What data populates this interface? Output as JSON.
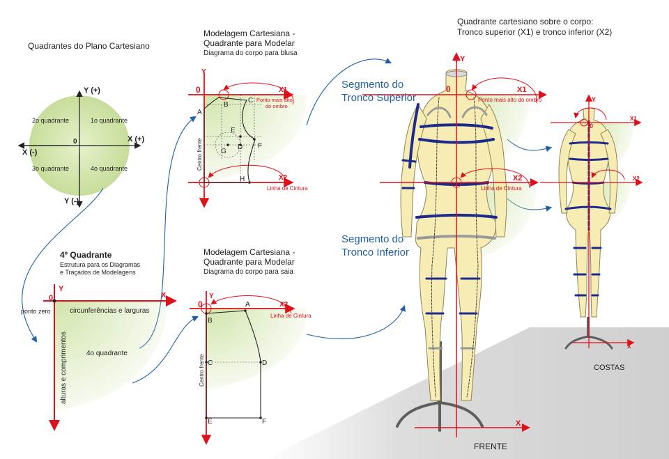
{
  "colors": {
    "axis_red": "#e0101a",
    "pattern_blue": "#1f5fa8",
    "band_navy": "#1c2a8c",
    "band_gray": "#9a9a9a",
    "form_fill": "#f6ecb4",
    "glow_green": "#cfe3a6",
    "floor_gray": "#d6d6d6",
    "stand_gray": "#5e5e5e"
  },
  "quadrants_panel": {
    "title": "Quadrantes do  Plano Cartesiano",
    "y_pos": "Y (+)",
    "y_neg": "Y (-)",
    "x_pos": "X (+)",
    "x_neg": "X (-)",
    "origin": "0",
    "q1": "1o quadrante",
    "q2": "2o quadrante",
    "q3": "3o quadrante",
    "q4": "4o quadrante"
  },
  "fourth_panel": {
    "title": "4º Quadrante",
    "subtitle_1": "Estrutura para os Diagramas",
    "subtitle_2": "e Traçados de Modelagens",
    "origin_label": "ponto zero",
    "origin": "0",
    "y": "Y",
    "x": "X",
    "top_label": "circunferências e larguras",
    "side_label": "alturas e comprimentos",
    "center_label": "4o quadrante"
  },
  "blouse_panel": {
    "title_1": "Modelagem Cartesiana -",
    "title_2": "Quadrante para Modelar",
    "title_3": "Diagrama do corpo para blusa",
    "y": "Y",
    "origin": "0",
    "x1": "X1",
    "x2": "X2",
    "shoulder_1": "Ponto mais alto",
    "shoulder_2": "do ombro",
    "waist": "Linha de Cintura",
    "center_front": "Centro frente",
    "points": [
      "A",
      "B",
      "C",
      "E",
      "G",
      "D",
      "F",
      "H"
    ]
  },
  "skirt_panel": {
    "title_1": "Modelagem Cartesiana -",
    "title_2": "Quadrante para Modelar",
    "title_3": "Diagrama do corpo para saia",
    "y": "Y",
    "origin": "0",
    "x2": "X2",
    "waist": "Linha de Cintura",
    "center_front": "Centro frente",
    "points": [
      "A",
      "B",
      "C",
      "D",
      "E",
      "F"
    ]
  },
  "front_panel": {
    "title_1": "Quadrante cartesiano sobre o corpo:",
    "title_2": "Tronco superior (X1) e tronco inferior (X2)",
    "upper_1": "Segmento do",
    "upper_2": "Tronco Superior",
    "lower_1": "Segmento do",
    "lower_2": "Tronco Inferior",
    "y": "Y",
    "origin": "0",
    "x1": "X1",
    "x2": "X2",
    "x": "X",
    "shoulder": "Ponto mais alto do ombro",
    "waist": "Linha de Cintura",
    "caption": "FRENTE"
  },
  "back_panel": {
    "y": "Y",
    "origin": "0",
    "x1": "X1",
    "x2": "X2",
    "x": "X",
    "caption": "COSTAS"
  }
}
